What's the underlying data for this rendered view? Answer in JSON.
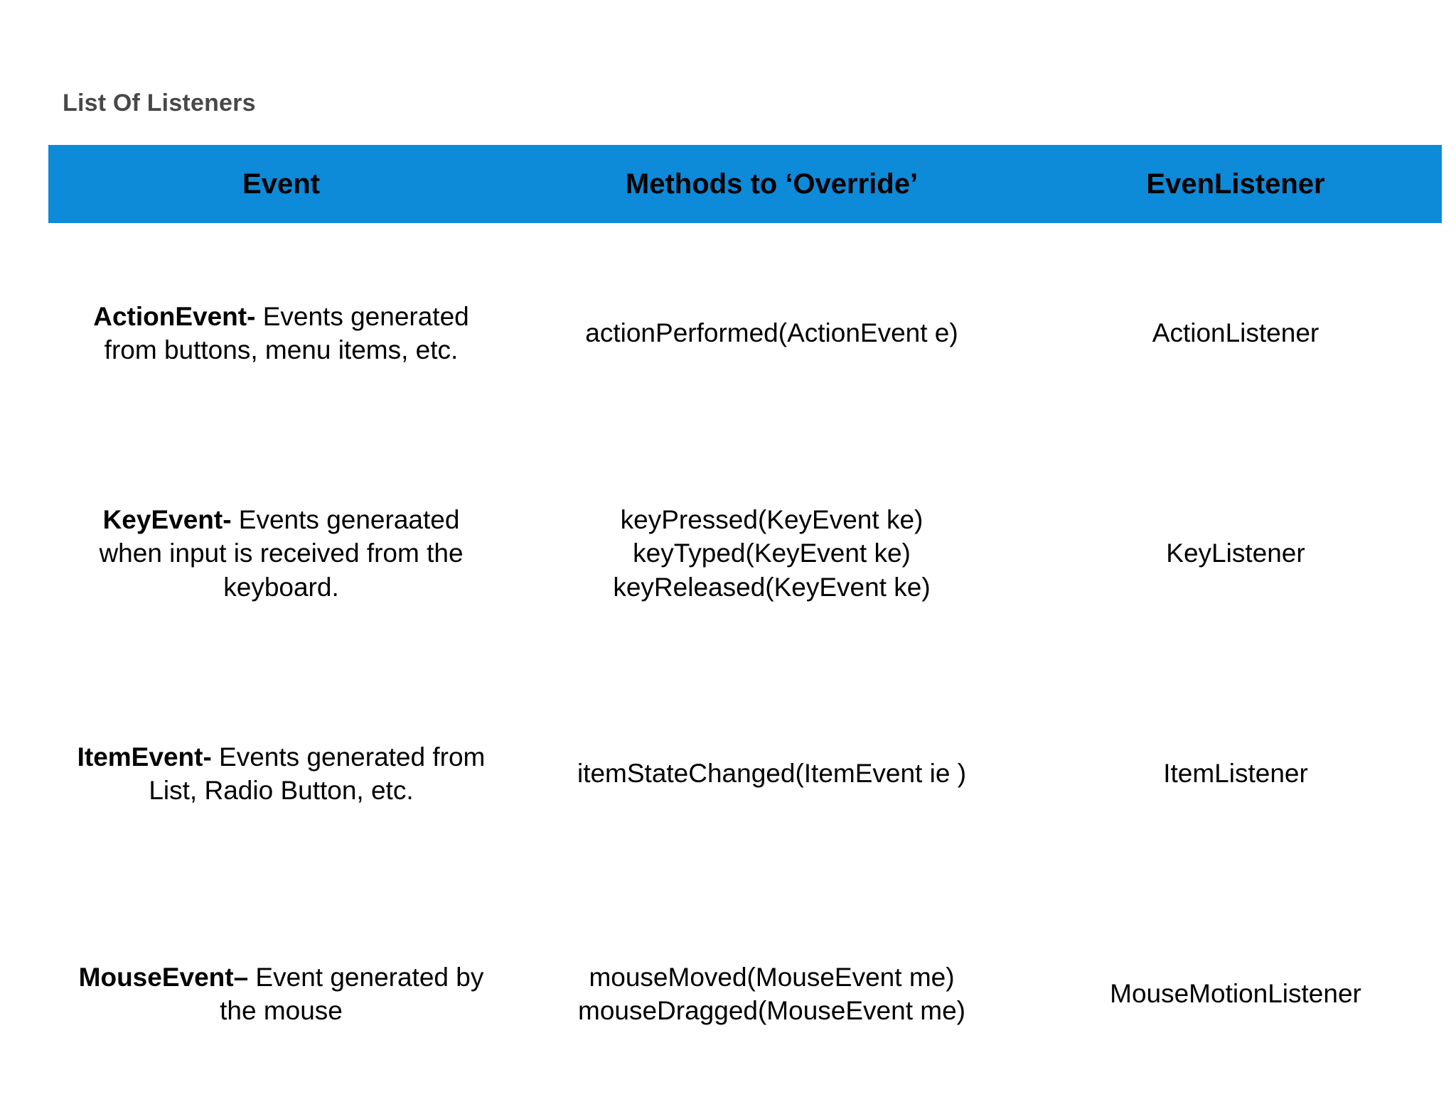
{
  "title": "List Of Listeners",
  "theme": {
    "header_bg": "#0d8ad8",
    "header_text": "#000000",
    "title_text": "#484848",
    "body_text": "#000000",
    "page_bg": "#ffffff"
  },
  "table": {
    "columns": [
      {
        "key": "event",
        "label": "Event"
      },
      {
        "key": "methods",
        "label": "Methods to ‘Override’"
      },
      {
        "key": "listener",
        "label": "EvenListener"
      }
    ],
    "rows": [
      {
        "event_bold": "ActionEvent-",
        "event_rest": " Events generated from buttons, menu items, etc.",
        "methods": "actionPerformed(ActionEvent e)",
        "method_lines": [
          "actionPerformed(ActionEvent e)"
        ],
        "listener": "ActionListener"
      },
      {
        "event_bold": "KeyEvent-",
        "event_rest": " Events generaated when input is received from the keyboard.",
        "methods": "keyPressed(KeyEvent ke) keyTyped(KeyEvent ke) keyReleased(KeyEvent ke)",
        "method_lines": [
          "keyPressed(KeyEvent ke)",
          "keyTyped(KeyEvent ke)",
          "keyReleased(KeyEvent ke)"
        ],
        "listener": "KeyListener"
      },
      {
        "event_bold": "ItemEvent-",
        "event_rest": " Events generated from List, Radio Button, etc.",
        "methods": "itemStateChanged(ItemEvent ie )",
        "method_lines": [
          "itemStateChanged(ItemEvent ie )"
        ],
        "listener": "ItemListener"
      },
      {
        "event_bold": "MouseEvent–",
        "event_rest": " Event generated by the mouse",
        "methods": "mouseMoved(MouseEvent me) mouseDragged(MouseEvent me)",
        "method_lines": [
          "mouseMoved(MouseEvent me)",
          "mouseDragged(MouseEvent me)"
        ],
        "listener": "MouseMotionListener"
      }
    ]
  }
}
